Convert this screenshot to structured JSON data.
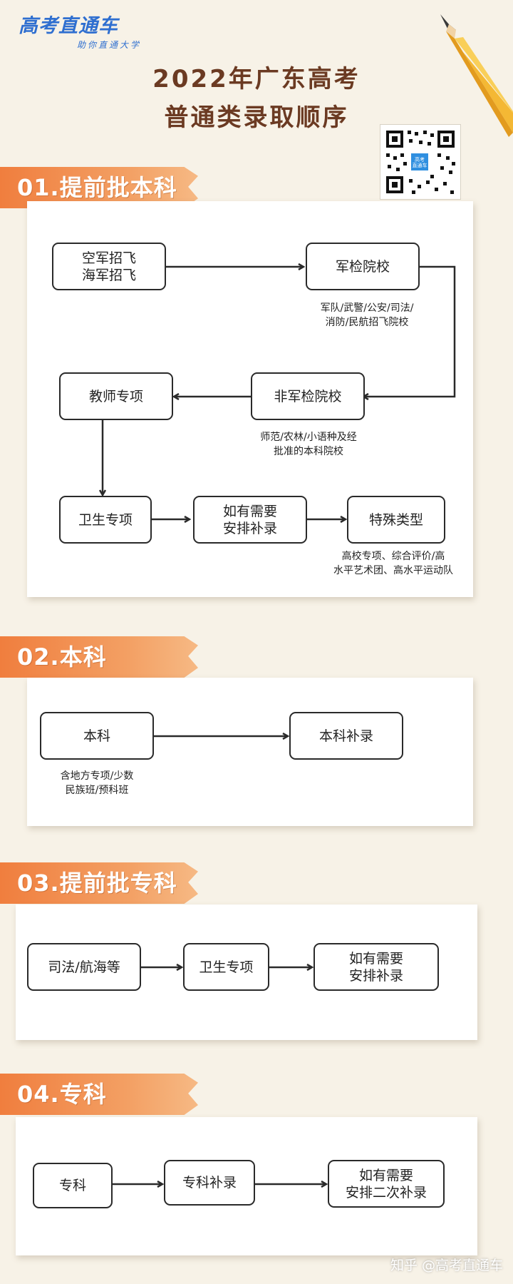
{
  "brand": {
    "name": "高考直通车",
    "slogan": "助你直通大学"
  },
  "title": {
    "line1": "2022年广东高考",
    "line2": "普通类录取顺序"
  },
  "sections": [
    {
      "heading": "01.提前批本科",
      "nodes": {
        "airforce": "空军招飞\n海军招飞",
        "military": "军检院校",
        "nonmilitary": "非军检院校",
        "teacher": "教师专项",
        "health": "卫生专项",
        "supplement": "如有需要\n安排补录",
        "special": "特殊类型"
      },
      "notes": {
        "military": "军队/武警/公安/司法/\n消防/民航招飞院校",
        "nonmilitary": "师范/农林/小语种及经\n批准的本科院校",
        "special": "高校专项、综合评价/高\n水平艺术团、高水平运动队"
      }
    },
    {
      "heading": "02.本科",
      "nodes": {
        "undergrad": "本科",
        "undergrad_supp": "本科补录"
      },
      "notes": {
        "undergrad": "含地方专项/少数\n民族班/预科班"
      }
    },
    {
      "heading": "03.提前批专科",
      "nodes": {
        "law": "司法/航海等",
        "health": "卫生专项",
        "supplement": "如有需要\n安排补录"
      }
    },
    {
      "heading": "04.专科",
      "nodes": {
        "college": "专科",
        "college_supp": "专科补录",
        "second_supp": "如有需要\n安排二次补录"
      }
    }
  ],
  "watermark": "知乎 @高考直通车",
  "colors": {
    "accent": "#f07e3e",
    "title": "#6b3a22",
    "brand": "#2f6fd0",
    "background": "#f7f2e7"
  },
  "icons": [
    "pencil-icon",
    "qr-code-icon"
  ]
}
